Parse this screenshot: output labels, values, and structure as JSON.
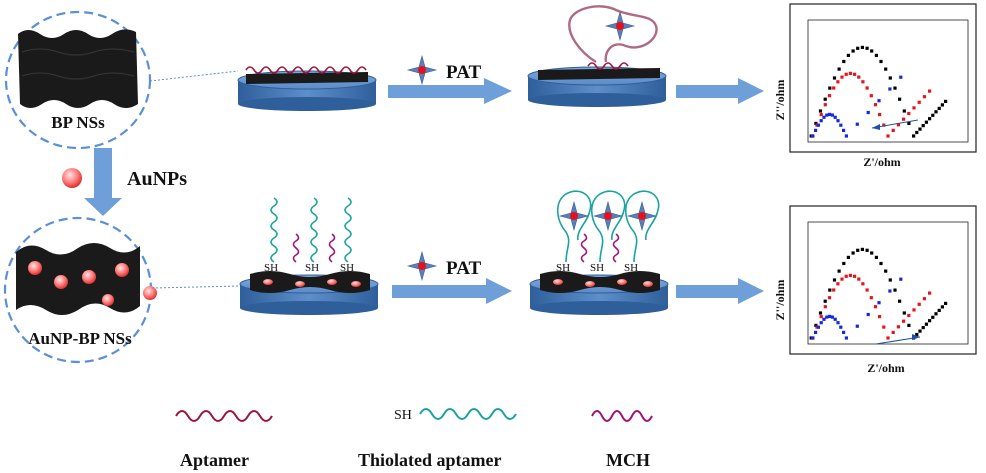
{
  "labels": {
    "bp_nss": "BP NSs",
    "aunp_bp_nss": "AuNP-BP NSs",
    "aunps": "AuNPs",
    "pat_top": "PAT",
    "pat_bottom": "PAT",
    "sh": "SH"
  },
  "charts": [
    {
      "ylabel": "Z''/ohm",
      "xlabel": "Z'/ohm"
    },
    {
      "ylabel": "Z''/ohm",
      "xlabel": "Z'/ohm"
    }
  ],
  "legend": {
    "aptamer": "Aptamer",
    "sh": "SH",
    "thiolated_aptamer": "Thiolated aptamer",
    "mch": "MCH"
  },
  "colors": {
    "aptamer": "#a0143c",
    "thiolated_aptamer": "#1aa3a3",
    "mch": "#a0147a",
    "arrow": "#6f9fd8",
    "electrode": "#4a7fbf",
    "oval_border": "#5b8fd6",
    "series_black": "#000000",
    "series_red": "#e8141c",
    "series_blue": "#1428e8"
  }
}
